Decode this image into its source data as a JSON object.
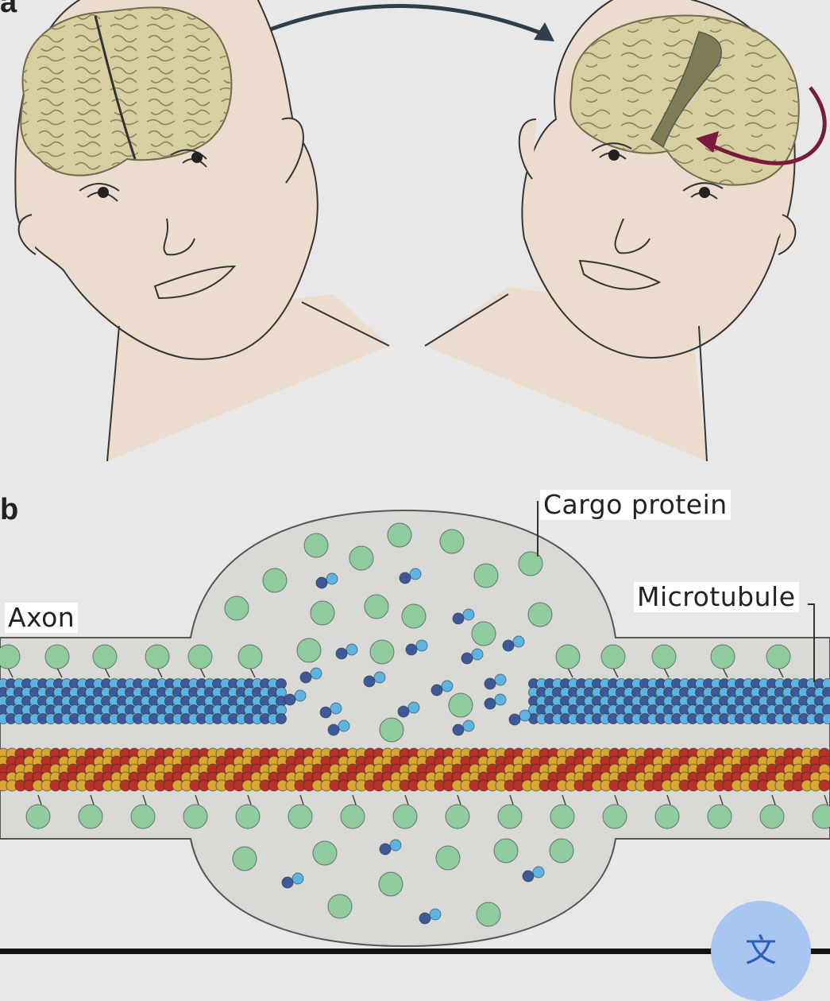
{
  "panels": {
    "a": {
      "letter": "a"
    },
    "b": {
      "letter": "b"
    }
  },
  "labels": {
    "cargo_protein": "Cargo protein",
    "microtubule": "Microtubule",
    "axon": "Axon"
  },
  "fab": {
    "icon": "translate-icon",
    "glyph": "文"
  },
  "colors": {
    "skin": "#ecdccd",
    "brain": "#d7cfa1",
    "brain_fold": "#8c8660",
    "gap": "#7e7d55",
    "arrow_dark": "#2f3f4a",
    "arrow_red": "#7a1b3c",
    "axon_fill": "#d9d9d6",
    "cargo": "#8fcb9c",
    "tubulin_dark": "#3d5998",
    "tubulin_light": "#5cb5e0",
    "actin_red": "#b93027",
    "actin_yellow": "#d9a630"
  }
}
